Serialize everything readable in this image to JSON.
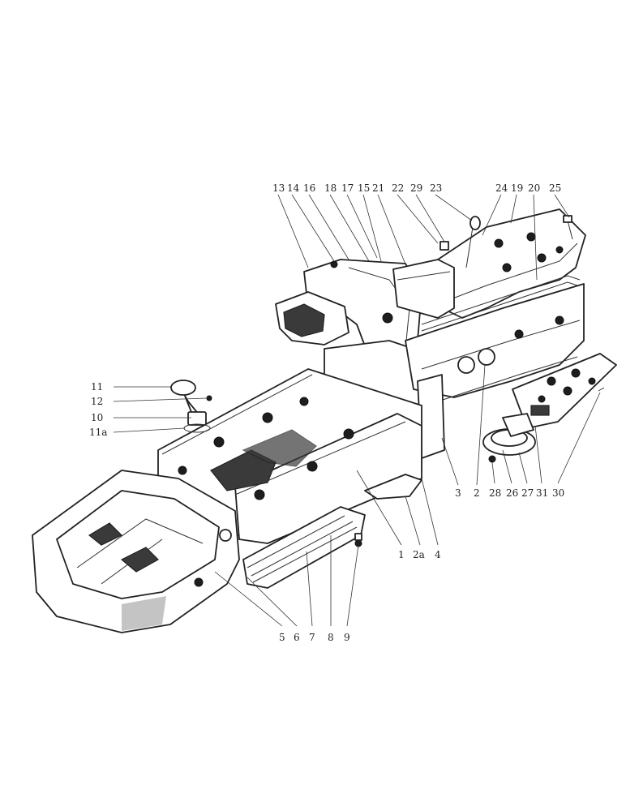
{
  "labels": {
    "top_row": [
      "13",
      "14",
      "16",
      "18",
      "17",
      "15",
      "21",
      "22",
      "29",
      "23",
      "24",
      "19",
      "20",
      "25"
    ],
    "left_column": [
      "11",
      "12",
      "10",
      "11a"
    ],
    "right_side": [
      "3",
      "2",
      "28",
      "26",
      "27",
      "31",
      "30"
    ],
    "center_bottom": [
      "1",
      "2a",
      "4"
    ],
    "bottom_row": [
      "5",
      "6",
      "7",
      "8",
      "9"
    ]
  }
}
